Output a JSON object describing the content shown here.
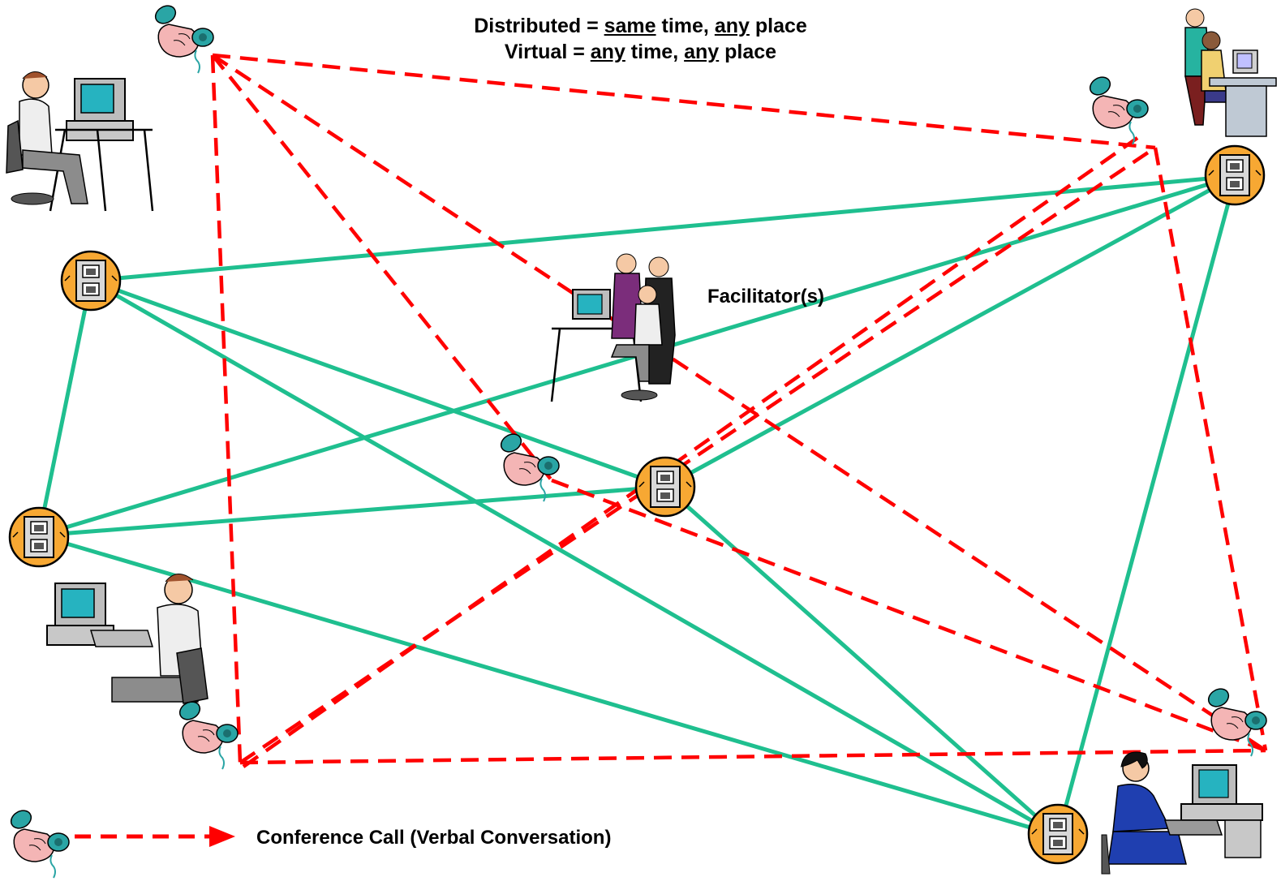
{
  "header": {
    "line1": {
      "prefix": "Distributed = ",
      "em1": "same",
      "mid": " time, ",
      "em2": "any",
      "suffix": " place"
    },
    "line2": {
      "prefix": "Virtual = ",
      "em1": "any",
      "mid": " time, ",
      "em2": "any",
      "suffix": " place"
    }
  },
  "facilitator_label": "Facilitator(s)",
  "legend": {
    "icon": "telephone-handset-icon",
    "label": "Conference Call (Verbal Conversation)"
  },
  "colors": {
    "conference_call_line": "#ff0000",
    "network_line": "#1fbf8f",
    "outlet_badge": "#f7a833",
    "phone_handset": "#2aa5a5",
    "hand": "#f4b5b5"
  },
  "icons": {
    "phone": "telephone-handset-icon",
    "outlet": "network-outlet-icon",
    "user": "user-at-computer-icon"
  }
}
